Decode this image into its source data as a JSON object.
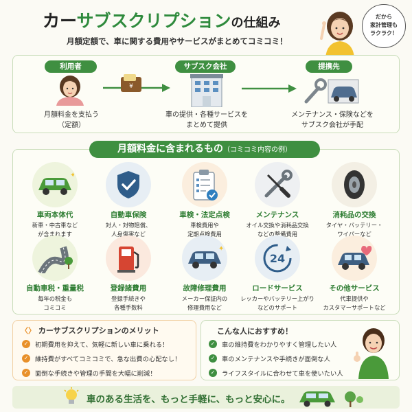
{
  "header": {
    "title_a": "カー",
    "title_b": "サブスクリプション",
    "title_c": "の仕組み",
    "subtitle": "月額定額で、車に関する費用やサービスがまとめてコミコミ！",
    "bubble_lines": [
      "だから",
      "家計管理も",
      "ラクラク！"
    ]
  },
  "flow": {
    "user": {
      "tag": "利用者",
      "text1": "月額料金を支払う",
      "text2": "（定額）"
    },
    "company": {
      "tag": "サブスク会社",
      "text1": "車の提供・各種サービスを",
      "text2": "まとめて提供"
    },
    "partner": {
      "tag": "提携先",
      "text1": "メンテナンス・保険などを",
      "text2": "サブスク会社が手配"
    }
  },
  "included": {
    "title": "月額料金に含まれるもの",
    "title_small": "（コミコミ内容の例）",
    "items": [
      {
        "label": "車両本体代",
        "desc1": "新車・中古車など",
        "desc2": "が含まれます",
        "icon": "car-icon"
      },
      {
        "label": "自動車保険",
        "desc1": "対人・対物賠償、",
        "desc2": "人身傷害など",
        "icon": "shield-check-icon"
      },
      {
        "label": "車検・法定点検",
        "desc1": "車検費用や",
        "desc2": "定期点検費用",
        "icon": "clipboard-check-icon"
      },
      {
        "label": "メンテナンス",
        "desc1": "オイル交換や消耗品交換",
        "desc2": "などの整備費用",
        "icon": "wrench-screwdriver-icon"
      },
      {
        "label": "消耗品の交換",
        "desc1": "タイヤ・バッテリー・",
        "desc2": "ワイパーなど",
        "icon": "tire-icon"
      },
      {
        "label": "自動車税・重量税",
        "desc1": "毎年の税金も",
        "desc2": "コミコミ",
        "icon": "road-icon"
      },
      {
        "label": "登録諸費用",
        "desc1": "登録手続きや",
        "desc2": "各種手数料",
        "icon": "fuel-pump-icon"
      },
      {
        "label": "故障修理費用",
        "desc1": "メーカー保証内の",
        "desc2": "修理費用など",
        "icon": "car-repair-icon"
      },
      {
        "label": "ロードサービス",
        "desc1": "レッカーやバッテリー上がり",
        "desc2": "などのサポート",
        "icon": "24h-icon"
      },
      {
        "label": "その他サービス",
        "desc1": "代車提供や",
        "desc2": "カスタマーサポートなど",
        "icon": "car-heart-icon"
      }
    ]
  },
  "merits": {
    "title": "カーサブスクリプションのメリット",
    "items": [
      "初期費用を抑えて、気軽に新しい車に乗れる！",
      "維持費がすべてコミコミで、急な出費の心配なし！",
      "面倒な手続きや管理の手間を大幅に削減！"
    ]
  },
  "recommend": {
    "title": "こんな人におすすめ！",
    "items": [
      "車の維持費をわかりやすく管理したい人",
      "車のメンテナンスや手続きが面倒な人",
      "ライフスタイルに合わせて車を使いたい人"
    ]
  },
  "footer": {
    "text": "車のある生活を、もっと手軽に、もっと安心に。"
  },
  "colors": {
    "accent": "#3f8f41",
    "title_green": "#2e8a3c",
    "merit_orange": "#e8902a"
  }
}
